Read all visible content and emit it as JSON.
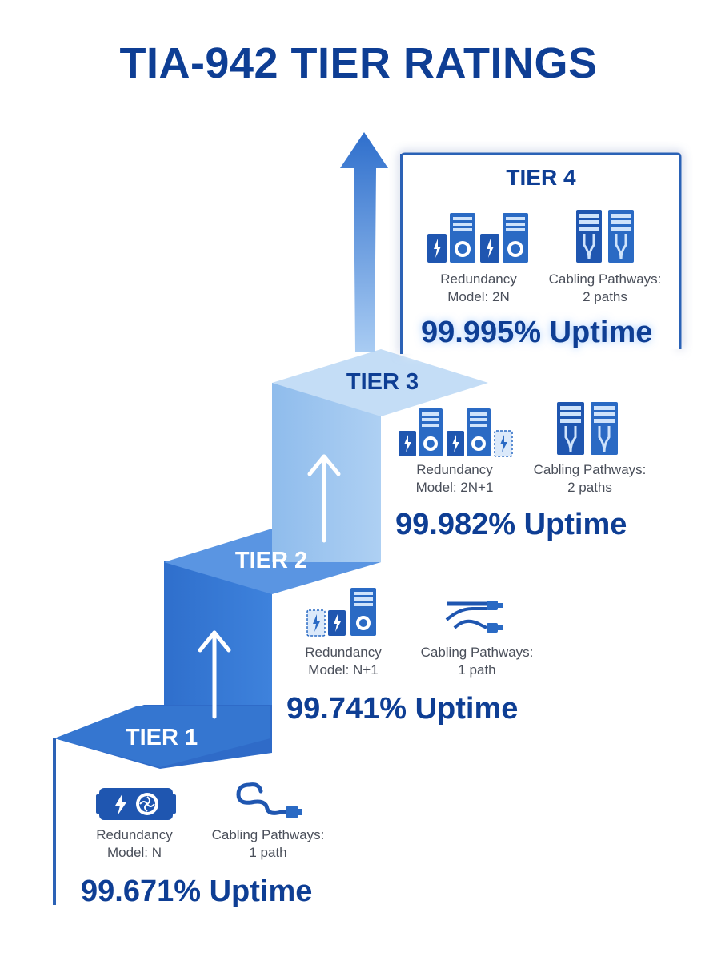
{
  "title": "TIA-942 TIER RATINGS",
  "colors": {
    "title": "#0e3e94",
    "tier1_face": "#3f7fd6",
    "tier2_face": "#4f8fe0",
    "tier3_face": "#9cc6ef",
    "tier4_border": "#2c62b6",
    "arrow": "#3d7fd4"
  },
  "tiers": [
    {
      "label": "TIER 1",
      "redundancy_label": "Redundancy",
      "redundancy_value": "Model: N",
      "cabling_label": "Cabling Pathways:",
      "cabling_value": "1 path",
      "uptime": "99.671% Uptime",
      "redundancy_icon": "single-power-fan-unit-icon",
      "cabling_icon": "single-cable-icon"
    },
    {
      "label": "TIER 2",
      "redundancy_label": "Redundancy",
      "redundancy_value": "Model: N+1",
      "cabling_label": "Cabling Pathways:",
      "cabling_value": "1 path",
      "uptime": "99.741% Uptime",
      "redundancy_icon": "server-with-spare-unit-icon",
      "cabling_icon": "single-pathway-cable-icon"
    },
    {
      "label": "TIER 3",
      "redundancy_label": "Redundancy",
      "redundancy_value": "Model: 2N+1",
      "cabling_label": "Cabling Pathways:",
      "cabling_value": "2 paths",
      "uptime": "99.982% Uptime",
      "redundancy_icon": "dual-server-with-spare-icon",
      "cabling_icon": "dual-rack-cable-icon"
    },
    {
      "label": "TIER 4",
      "redundancy_label": "Redundancy",
      "redundancy_value": "Model: 2N",
      "cabling_label": "Cabling Pathways:",
      "cabling_value": "2 paths",
      "uptime": "99.995% Uptime",
      "redundancy_icon": "dual-server-icon",
      "cabling_icon": "dual-rack-cable-icon"
    }
  ]
}
